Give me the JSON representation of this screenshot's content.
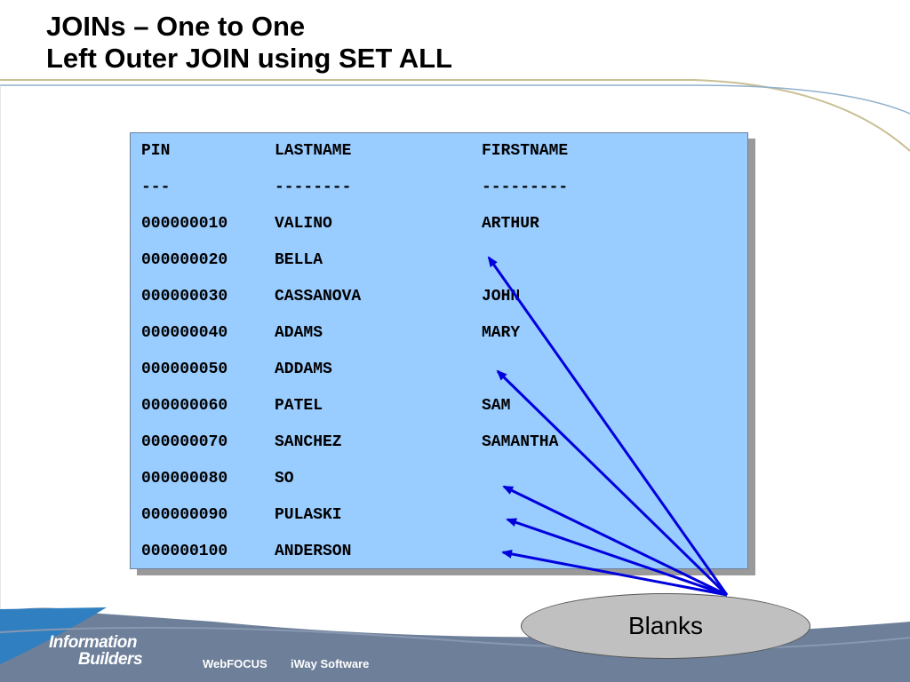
{
  "title": {
    "line1": "JOINs – One to One",
    "line2": "Left Outer JOIN using SET ALL"
  },
  "table": {
    "headers": [
      "PIN",
      "LASTNAME",
      "FIRSTNAME"
    ],
    "separators": [
      "---",
      "--------",
      "---------"
    ],
    "rows": [
      [
        "000000010",
        "VALINO",
        "ARTHUR"
      ],
      [
        "000000020",
        "BELLA",
        ""
      ],
      [
        "000000030",
        "CASSANOVA",
        "JOHN"
      ],
      [
        "000000040",
        "ADAMS",
        "MARY"
      ],
      [
        "000000050",
        "ADDAMS",
        ""
      ],
      [
        "000000060",
        "PATEL",
        "SAM"
      ],
      [
        "000000070",
        "SANCHEZ",
        "SAMANTHA"
      ],
      [
        "000000080",
        "SO",
        ""
      ],
      [
        "000000090",
        "PULASKI",
        ""
      ],
      [
        "000000100",
        "ANDERSON",
        ""
      ]
    ]
  },
  "callout": {
    "label": "Blanks",
    "color": "#0000dd"
  },
  "footer": {
    "logo": [
      "Information",
      "Builders"
    ],
    "products": [
      "WebFOCUS",
      "iWay Software"
    ]
  },
  "colors": {
    "table_bg": "#99ccff",
    "footer": "#6d7f99",
    "accent": "#2f7fc1"
  }
}
